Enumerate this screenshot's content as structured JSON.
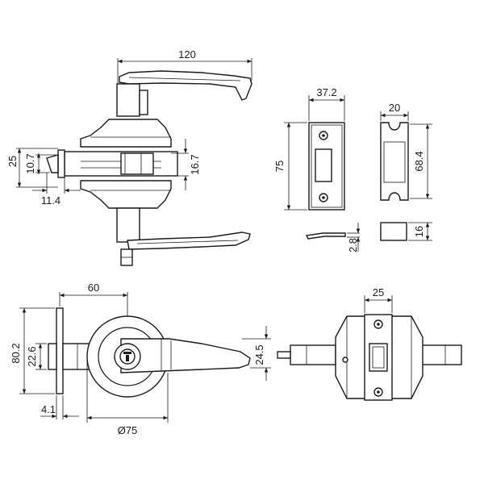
{
  "dimensions": {
    "top_lever_width": "120",
    "side_rose_overall": "25",
    "side_latch_height": "10.7",
    "side_latch_offset": "11.4",
    "side_spacer": "16.7",
    "strike_width": "37.2",
    "strike_height": "75",
    "strike_lip": "2.8",
    "keeper_width": "20",
    "keeper_height": "68.4",
    "keeper_block": "16",
    "front_backset": "60",
    "front_faceplate_height": "80.2",
    "front_latch_height": "22.6",
    "front_faceplate_thickness": "4.1",
    "front_rose_diameter": "Ø75",
    "front_lever_height": "24.5",
    "end_faceplate_width": "25"
  }
}
